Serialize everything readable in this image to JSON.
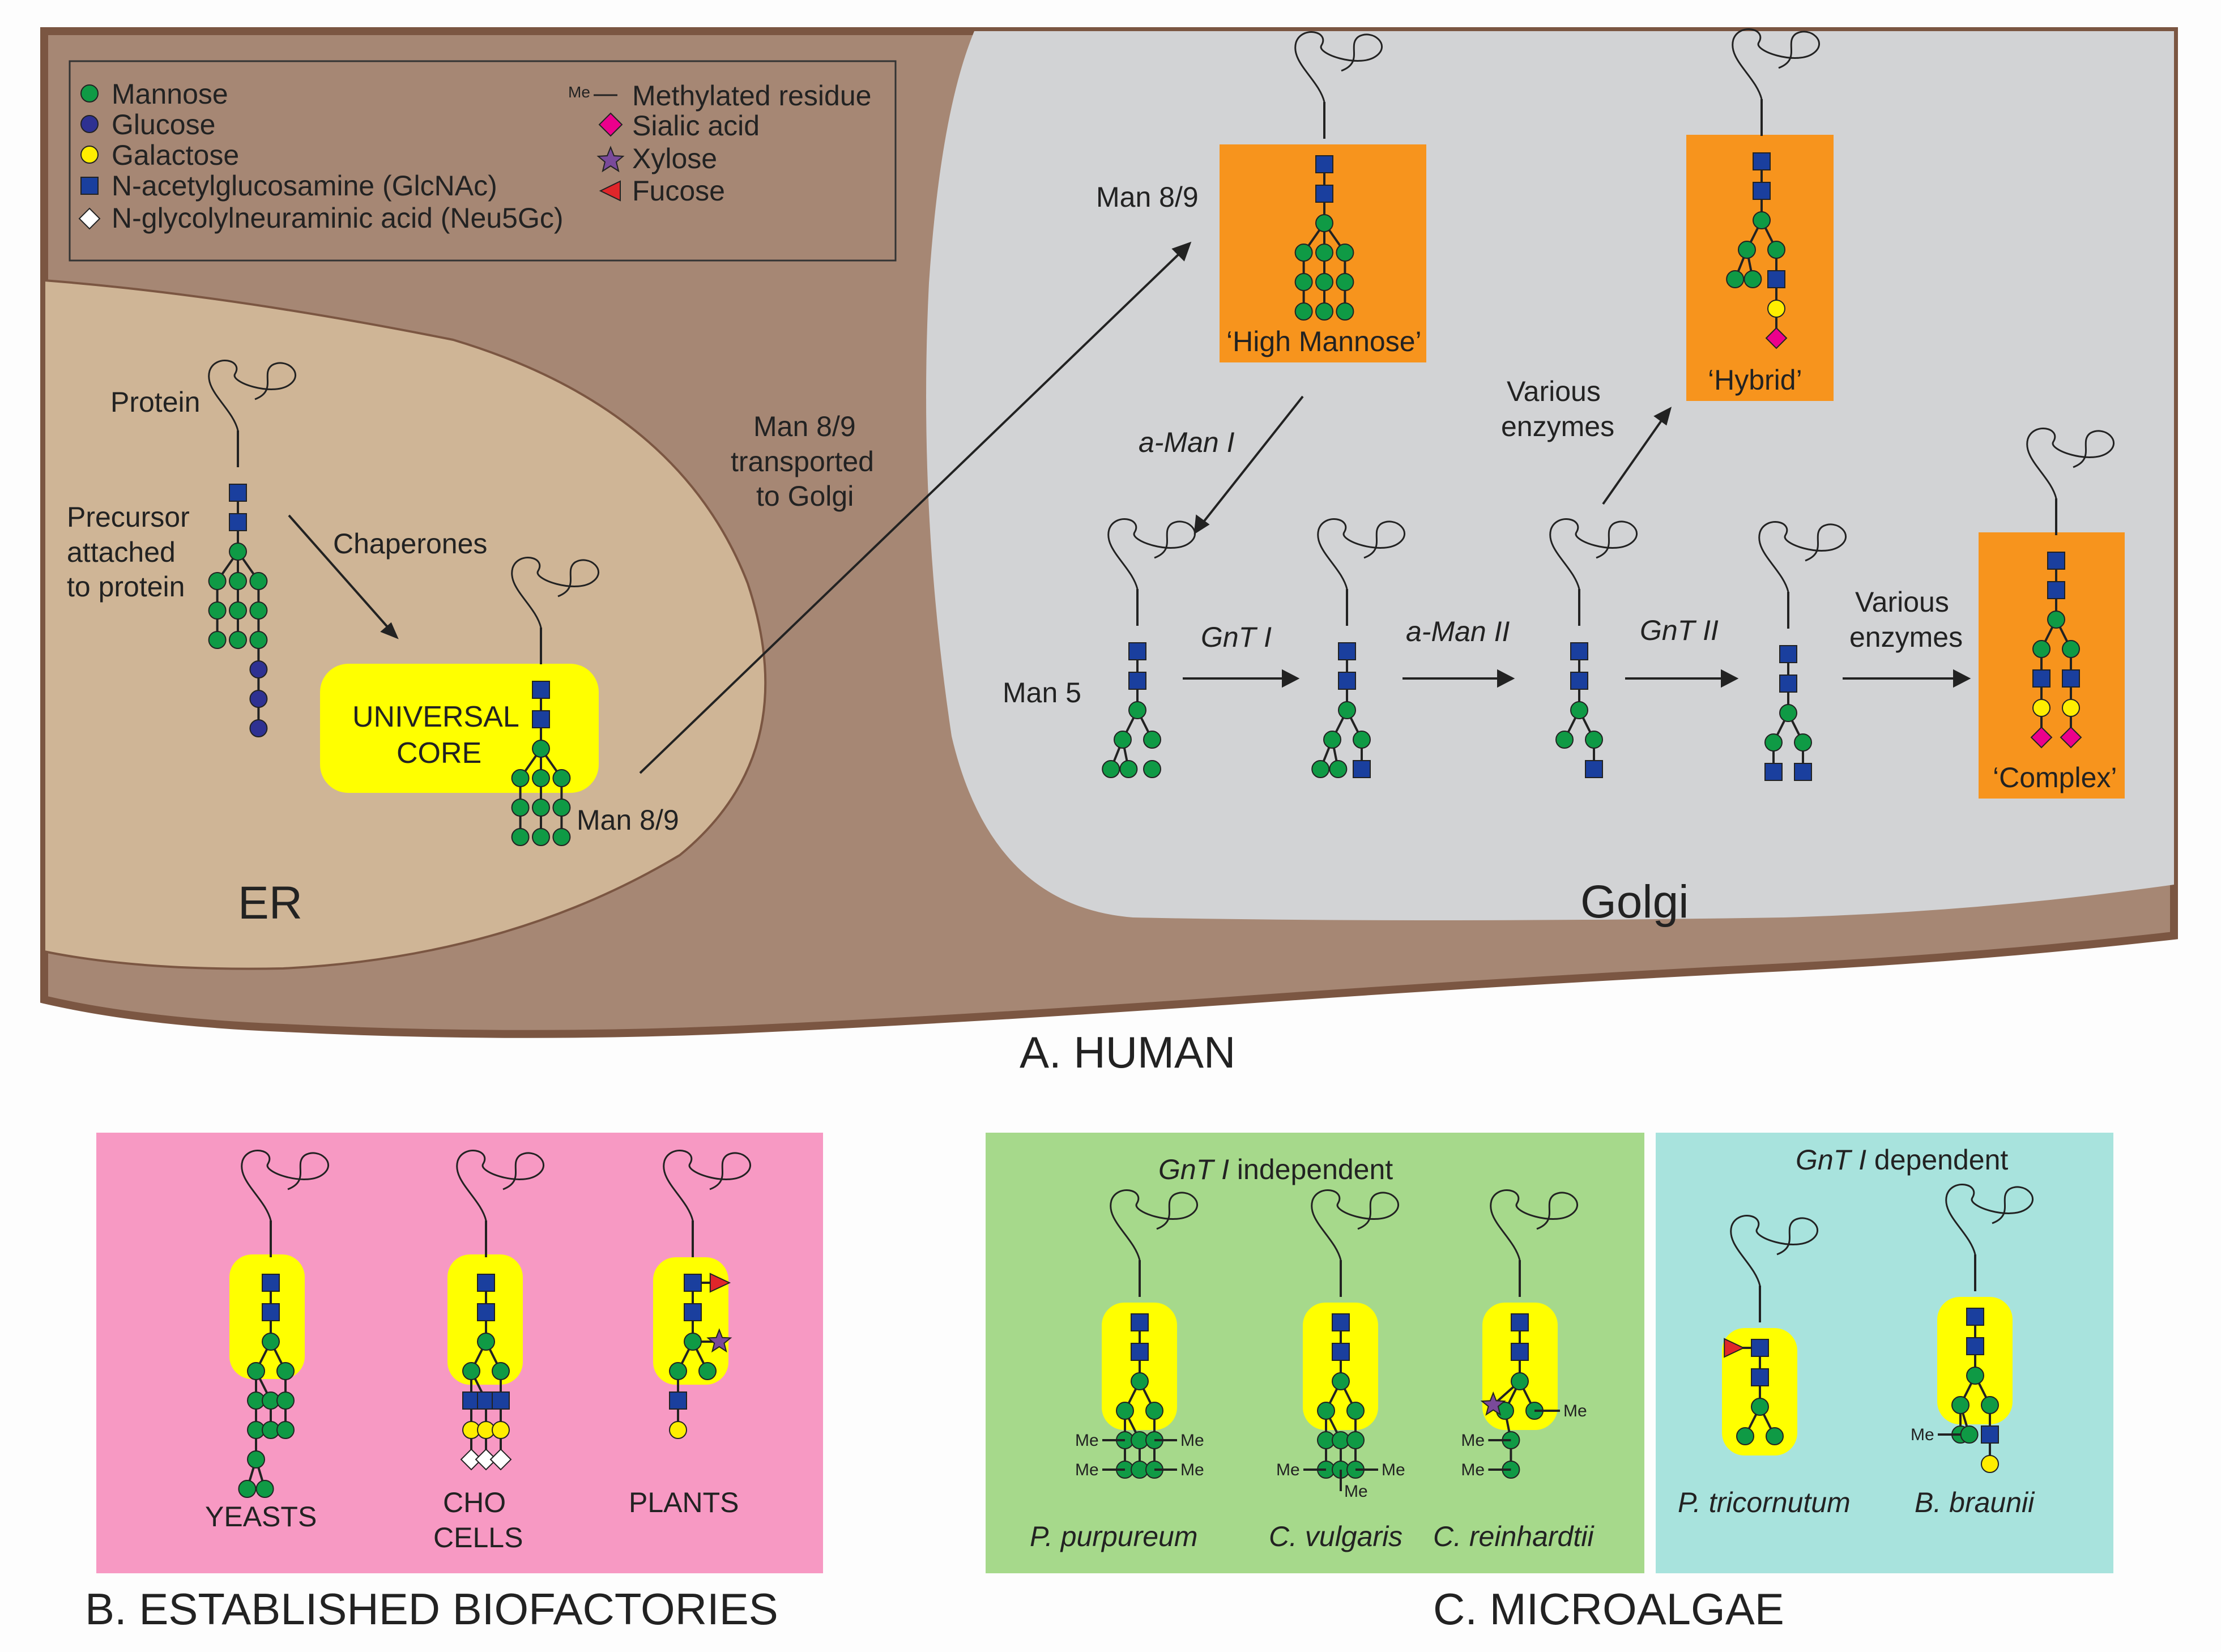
{
  "legend": {
    "left": [
      "Mannose",
      "Glucose",
      "Galactose",
      "N-acetylglucosamine (GlcNAc)",
      "N-glycolylneuraminic acid (Neu5Gc)"
    ],
    "me_tag": "Me",
    "right": [
      "Methylated residue",
      "Sialic acid",
      "Xylose",
      "Fucose"
    ]
  },
  "colors": {
    "mannose": "#0f9a45",
    "glucose": "#2e3192",
    "galactose": "#ffee00",
    "glcnac": "#1a3f9e",
    "neu5gc": "#ffffff",
    "sialic": "#ec008c",
    "xylose": "#7a4a9a",
    "fucose": "#e0262a",
    "cell_bg": "#a68774",
    "cell_edge": "#7b5642",
    "er": "#cfb596",
    "golgi": "#d2d3d5",
    "orange": "#f7941d",
    "yellow": "#ffff00",
    "pink": "#f799c3",
    "green": "#a6d98b",
    "cyan": "#a8e3dd"
  },
  "human": {
    "protein": "Protein",
    "precursor": [
      "Precursor",
      "attached",
      "to protein"
    ],
    "chaperones": "Chaperones",
    "universal_core": [
      "UNIVERSAL",
      "CORE"
    ],
    "man89": "Man 8/9",
    "transport": [
      "Man 8/9",
      "transported",
      "to Golgi"
    ],
    "er": "ER",
    "golgi": "Golgi",
    "high_mannose": "‘High Mannose’",
    "a_man_i": "a-Man I",
    "man5": "Man 5",
    "gnt_i": "GnT I",
    "a_man_ii": "a-Man II",
    "gnt_ii": "GnT II",
    "various_enzymes": [
      "Various",
      "enzymes"
    ],
    "hybrid": "‘Hybrid’",
    "complex": "‘Complex’",
    "caption": "A. HUMAN"
  },
  "biofactories": {
    "yeasts": "YEASTS",
    "cho": [
      "CHO",
      "CELLS"
    ],
    "plants": "PLANTS",
    "caption": "B. ESTABLISHED BIOFACTORIES"
  },
  "microalgae": {
    "gnt_i": "GnT I",
    "independent": " independent",
    "dependent": " dependent",
    "me": "Me",
    "species": [
      "P. purpureum",
      "C. vulgaris",
      "C. reinhardtii",
      "P. tricornutum",
      "B. braunii"
    ],
    "caption": "C. MICROALGAE"
  }
}
